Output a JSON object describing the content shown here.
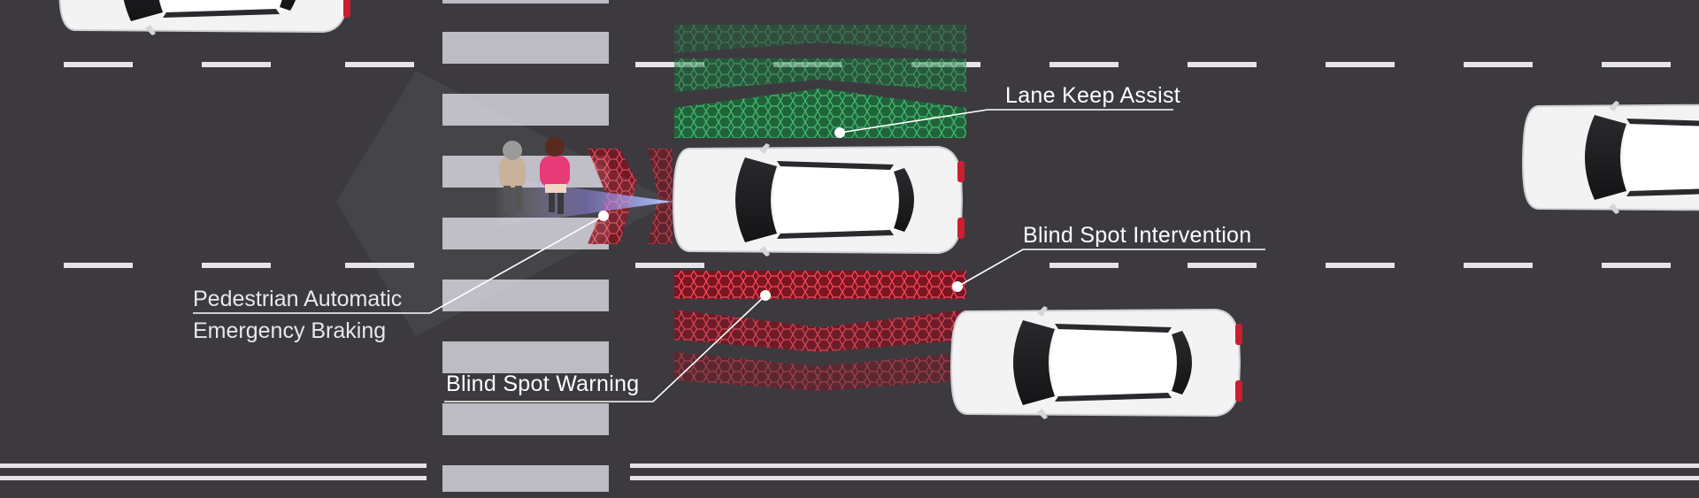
{
  "labels": {
    "lane_keep_assist": "Lane Keep Assist",
    "blind_spot_intervention": "Blind Spot Intervention",
    "pedestrian_braking_line1": "Pedestrian Automatic",
    "pedestrian_braking_line2": "Emergency Braking",
    "blind_spot_warning": "Blind Spot Warning"
  },
  "colors": {
    "road": "#3c3a3f",
    "lane_marking": "#e6e4ea",
    "crosswalk": "#bdbbc4",
    "lane_keep_zone": "#2fae5b",
    "blind_spot_zone": "#d8263a",
    "sensor_beam": "#8fb7ff",
    "car_body": "#f2f2f2",
    "label_text": "#ffffff"
  },
  "icons": [
    "car-icon",
    "pedestrian-icon",
    "label-dot-icon"
  ]
}
